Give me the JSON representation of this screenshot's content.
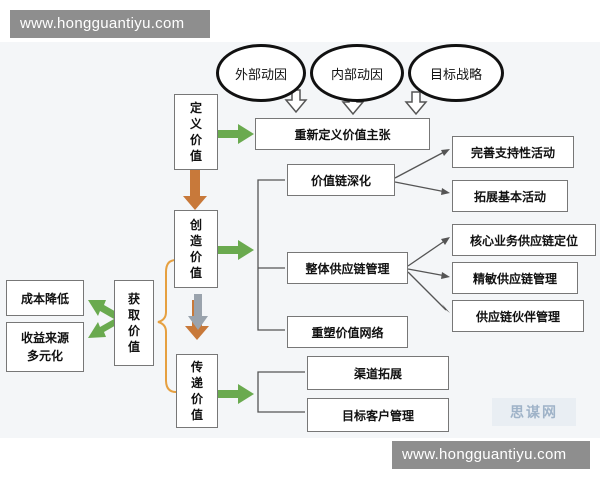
{
  "watermark": {
    "text": "www.hongguantiyu.com"
  },
  "drivers": [
    "外部动因",
    "内部动因",
    "目标战略"
  ],
  "left_boxes": {
    "cost": "成本降低",
    "revenue": "收益来源多元化"
  },
  "value_steps": {
    "acquire": "获取价值",
    "define": "定义价值",
    "create": "创造价值",
    "deliver": "传递价值"
  },
  "outcomes": {
    "redefine": "重新定义价值主张",
    "deepen": "价值链深化",
    "integrate": "整体供应链管理",
    "reshape": "重塑价值网络",
    "channel": "渠道拓展",
    "customer": "目标客户管理"
  },
  "details": {
    "perfect": "完善支持性活动",
    "expand": "拓展基本活动",
    "core": "核心业务供应链定位",
    "lean": "精敏供应链管理",
    "partner": "供应链伙伴管理"
  },
  "logo_text": "思谋网",
  "colors": {
    "green_arrow": "#6aaa4f",
    "orange_arrow": "#c8793a",
    "gray_arrow": "#9aa3ad",
    "line": "#555555",
    "brace": "#e6a040"
  }
}
